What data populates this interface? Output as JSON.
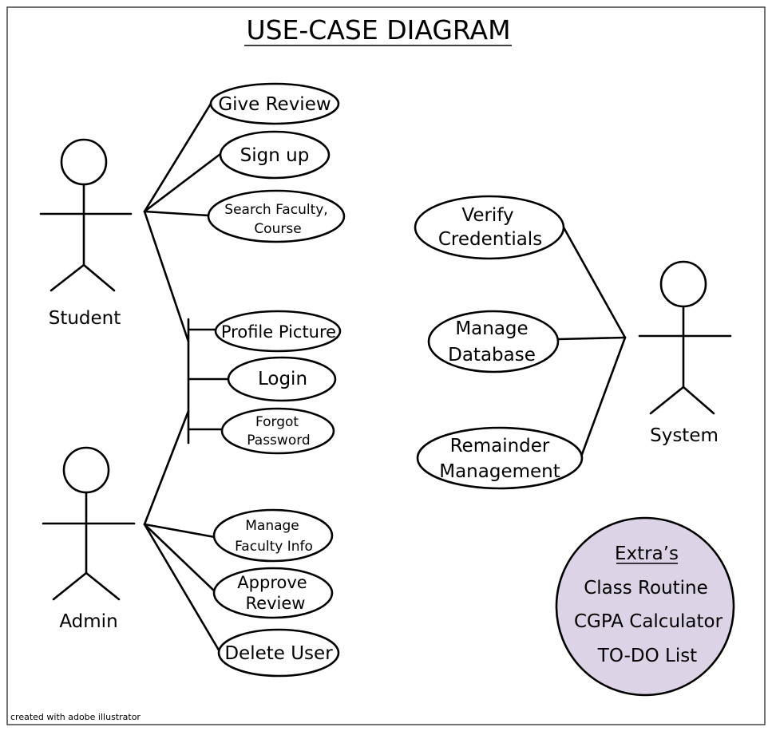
{
  "title": "USE-CASE DIAGRAM",
  "actors": {
    "student": "Student",
    "admin": "Admin",
    "system": "System"
  },
  "student_use_cases": {
    "give_review": "Give Review",
    "sign_up": "Sign up",
    "search_line1": "Search Faculty,",
    "search_line2": "Course"
  },
  "shared_use_cases": {
    "profile_picture": "Profile Picture",
    "login": "Login",
    "forgot_line1": "Forgot",
    "forgot_line2": "Password"
  },
  "admin_use_cases": {
    "manage_faculty_line1": "Manage",
    "manage_faculty_line2": "Faculty Info",
    "approve_line1": "Approve",
    "approve_line2": "Review",
    "delete_user": "Delete User"
  },
  "system_use_cases": {
    "verify_line1": "Verify",
    "verify_line2": "Credentials",
    "database_line1": "Manage",
    "database_line2": "Database",
    "reminder_line1": "Remainder",
    "reminder_line2": "Management"
  },
  "extras": {
    "heading": "Extra’s",
    "items": [
      "Class Routine",
      "CGPA Calculator",
      "TO-DO List"
    ],
    "fill_color": "#ddd3e6"
  },
  "footer": "created with adobe illustrator"
}
